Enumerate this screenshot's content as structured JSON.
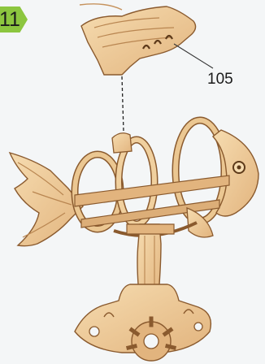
{
  "step": {
    "number": "11"
  },
  "callout": {
    "part_number": "105"
  },
  "colors": {
    "badge": "#8cc63f",
    "wood_light": "#f1cf9f",
    "wood_mid": "#dcae78",
    "wood_edge": "#8a5a2e",
    "background": "#f4f6f7"
  },
  "icons": [
    "wooden-fin-part",
    "assembled-wooden-fish-model",
    "gear-base"
  ]
}
